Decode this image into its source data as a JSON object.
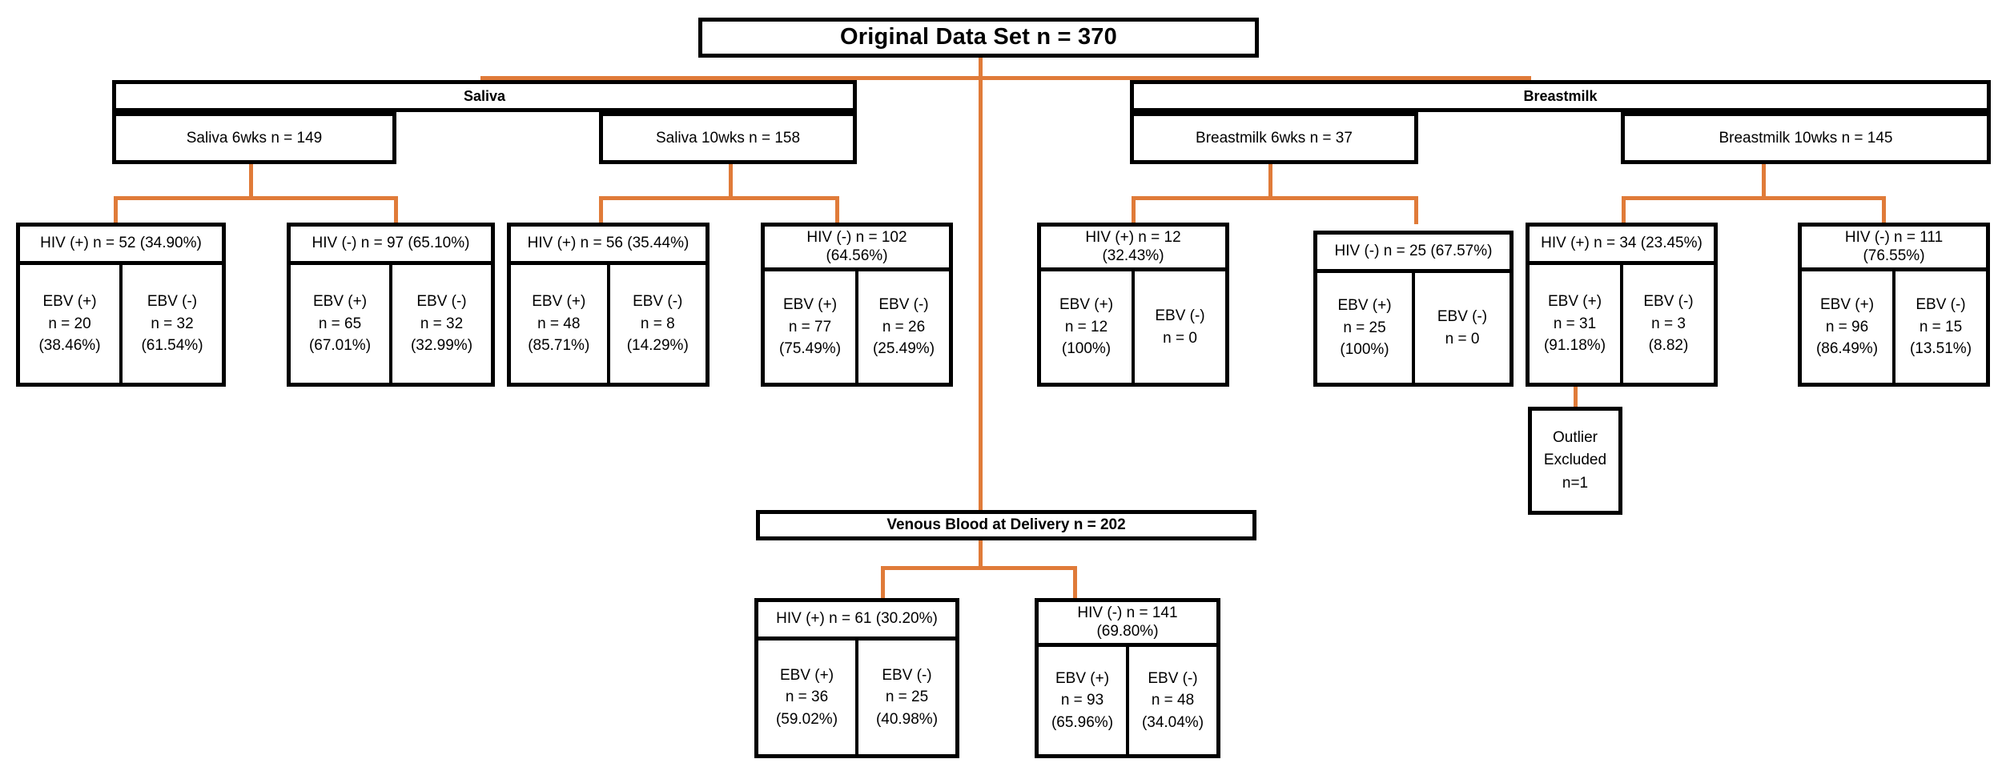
{
  "colors": {
    "connector": "#E07B39",
    "border": "#000000",
    "background": "#ffffff"
  },
  "root": {
    "label": "Original Data Set     n = 370"
  },
  "groups": [
    {
      "title": "Saliva",
      "children": [
        {
          "label": "Saliva 6wks n = 149"
        },
        {
          "label": "Saliva 10wks n = 158"
        }
      ]
    },
    {
      "title": "Breastmilk",
      "children": [
        {
          "label": "Breastmilk 6wks n = 37"
        },
        {
          "label": "Breastmilk 10wks n = 145"
        }
      ]
    }
  ],
  "venous": {
    "label": "Venous Blood at Delivery n = 202"
  },
  "clusters": [
    {
      "id": "saliva-6wks-hiv-pos",
      "header": "HIV (+) n = 52 (34.90%)",
      "header_lines": [
        "HIV (+) n = 52 (34.90%)"
      ],
      "ebv": [
        {
          "label": "EBV (+)",
          "n": "n = 20",
          "pct": "(38.46%)"
        },
        {
          "label": "EBV (-)",
          "n": "n = 32",
          "pct": "(61.54%)"
        }
      ]
    },
    {
      "id": "saliva-6wks-hiv-neg",
      "header": "HIV (-) n = 97 (65.10%)",
      "header_lines": [
        "HIV (-) n = 97 (65.10%)"
      ],
      "ebv": [
        {
          "label": "EBV (+)",
          "n": "n = 65",
          "pct": "(67.01%)"
        },
        {
          "label": "EBV (-)",
          "n": "n = 32",
          "pct": "(32.99%)"
        }
      ]
    },
    {
      "id": "saliva-10wks-hiv-pos",
      "header": "HIV (+) n = 56 (35.44%)",
      "header_lines": [
        "HIV (+) n = 56 (35.44%)"
      ],
      "ebv": [
        {
          "label": "EBV (+)",
          "n": "n = 48",
          "pct": "(85.71%)"
        },
        {
          "label": "EBV (-)",
          "n": "n = 8",
          "pct": "(14.29%)"
        }
      ]
    },
    {
      "id": "saliva-10wks-hiv-neg",
      "header": "HIV (-) n = 102 (64.56%)",
      "header_lines": [
        "HIV (-) n = 102",
        "(64.56%)"
      ],
      "ebv": [
        {
          "label": "EBV (+)",
          "n": "n = 77",
          "pct": "(75.49%)"
        },
        {
          "label": "EBV (-)",
          "n": "n = 26",
          "pct": "(25.49%)"
        }
      ]
    },
    {
      "id": "breastmilk-6wks-hiv-pos",
      "header": "HIV (+) n = 12 (32.43%)",
      "header_lines": [
        "HIV (+) n = 12",
        "(32.43%)"
      ],
      "ebv": [
        {
          "label": "EBV (+)",
          "n": "n = 12",
          "pct": "(100%)"
        },
        {
          "label": "EBV (-)",
          "n": "n = 0",
          "pct": ""
        }
      ]
    },
    {
      "id": "breastmilk-6wks-hiv-neg",
      "header": "HIV (-) n = 25 (67.57%)",
      "header_lines": [
        "HIV (-) n = 25 (67.57%)"
      ],
      "ebv": [
        {
          "label": "EBV (+)",
          "n": "n = 25",
          "pct": "(100%)"
        },
        {
          "label": "EBV (-)",
          "n": "n = 0",
          "pct": ""
        }
      ]
    },
    {
      "id": "breastmilk-10wks-hiv-pos",
      "header": "HIV (+) n = 34 (23.45%)",
      "header_lines": [
        "HIV (+) n = 34 (23.45%)"
      ],
      "ebv": [
        {
          "label": "EBV (+)",
          "n": "n = 31",
          "pct": "(91.18%)"
        },
        {
          "label": "EBV (-)",
          "n": "n = 3",
          "pct": "(8.82)"
        }
      ]
    },
    {
      "id": "breastmilk-10wks-hiv-neg",
      "header": "HIV (-) n = 111 (76.55%)",
      "header_lines": [
        "HIV (-) n = 111",
        "(76.55%)"
      ],
      "ebv": [
        {
          "label": "EBV (+)",
          "n": "n = 96",
          "pct": "(86.49%)"
        },
        {
          "label": "EBV (-)",
          "n": "n = 15",
          "pct": "(13.51%)"
        }
      ]
    },
    {
      "id": "venous-hiv-pos",
      "header": "HIV (+) n = 61 (30.20%)",
      "header_lines": [
        "HIV (+) n = 61 (30.20%)"
      ],
      "ebv": [
        {
          "label": "EBV (+)",
          "n": "n = 36",
          "pct": "(59.02%)"
        },
        {
          "label": "EBV (-)",
          "n": "n = 25",
          "pct": "(40.98%)"
        }
      ]
    },
    {
      "id": "venous-hiv-neg",
      "header": "HIV (-) n = 141 (69.80%)",
      "header_lines": [
        "HIV (-) n = 141",
        "(69.80%)"
      ],
      "ebv": [
        {
          "label": "EBV (+)",
          "n": "n = 93",
          "pct": "(65.96%)"
        },
        {
          "label": "EBV (-)",
          "n": "n = 48",
          "pct": "(34.04%)"
        }
      ]
    }
  ],
  "note": {
    "lines": [
      "Outlier",
      "Excluded",
      "n=1"
    ]
  }
}
